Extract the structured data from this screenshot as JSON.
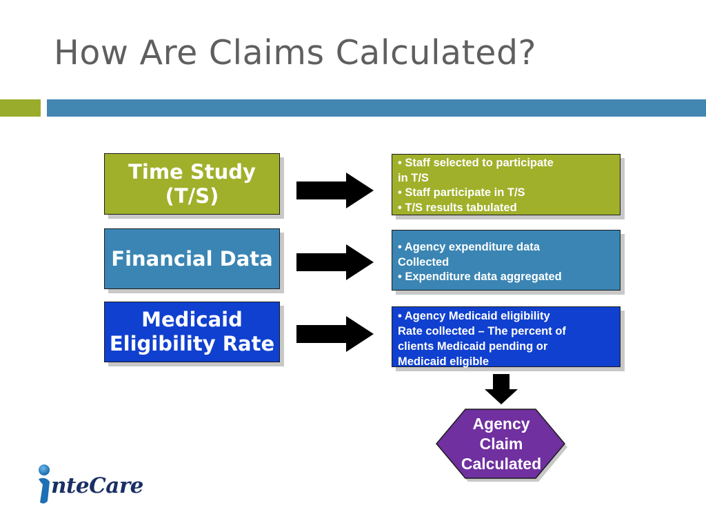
{
  "slide": {
    "title": "How Are Claims Calculated?"
  },
  "colors": {
    "green": "#a0b02a",
    "blue": "#3a85b3",
    "dark_blue": "#1040cf",
    "purple": "#7030a0",
    "title_gray": "#5f5f5f",
    "accent_bar_green": "#9aac2c",
    "accent_bar_blue": "#4286b2"
  },
  "inputs": [
    {
      "line1": "Time Study",
      "line2": "(T/S)"
    },
    {
      "line1": "Financial Data"
    },
    {
      "line1": "Medicaid",
      "line2": "Eligibility Rate"
    }
  ],
  "details": [
    {
      "lines": [
        "• Staff selected to participate",
        "   in T/S",
        "•  Staff participate in T/S",
        "•  T/S results tabulated"
      ]
    },
    {
      "lines": [
        "• Agency expenditure data",
        "   Collected",
        "•  Expenditure data aggregated"
      ]
    },
    {
      "lines": [
        "•  Agency Medicaid eligibility",
        "    Rate collected – The percent of",
        "    clients Medicaid pending or",
        "    Medicaid eligible"
      ]
    }
  ],
  "result": {
    "line1": "Agency",
    "line2": "Claim",
    "line3": "Calculated"
  },
  "logo": {
    "text": "nteCare",
    "icon": "person-i-icon"
  }
}
